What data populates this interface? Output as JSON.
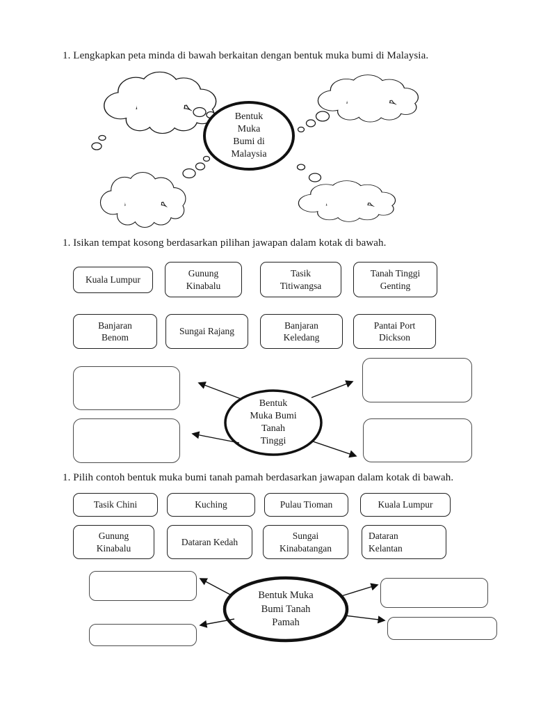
{
  "colors": {
    "ink": "#1a1a1a",
    "word_box_border": "#1f1f1f",
    "blank_box_border": "#4a4a4a"
  },
  "sections": [
    {
      "instruction": "1. Lengkapkan peta minda di bawah berkaitan dengan bentuk muka bumi di Malaysia.",
      "mindmap": {
        "center_label": "Bentuk\nMuka\nBumi di\nMalaysia",
        "empty_cloud_count": 4
      }
    },
    {
      "instruction": "1. Isikan tempat kosong berdasarkan pilihan jawapan dalam kotak di bawah.",
      "word_bank": [
        "Kuala Lumpur",
        "Gunung\nKinabalu",
        "Tasik\nTitiwangsa",
        "Tanah Tinggi\nGenting",
        "Banjaran\nBenom",
        "Sungai Rajang",
        "Banjaran\nKeledang",
        "Pantai Port\nDickson"
      ],
      "mindmap": {
        "center_label": "Bentuk\nMuka Bumi\nTanah\nTinggi",
        "blank_box_count": 4
      }
    },
    {
      "instruction": "1. Pilih contoh bentuk muka bumi tanah pamah berdasarkan jawapan dalam kotak di bawah.",
      "word_bank": [
        "Tasik Chini",
        "Kuching",
        "Pulau Tioman",
        "Kuala Lumpur",
        "Gunung\nKinabalu",
        "Dataran Kedah",
        "Sungai\nKinabatangan",
        "Dataran\nKelantan"
      ],
      "mindmap": {
        "center_label": "Bentuk Muka\nBumi Tanah\nPamah",
        "blank_box_count": 4
      }
    }
  ]
}
